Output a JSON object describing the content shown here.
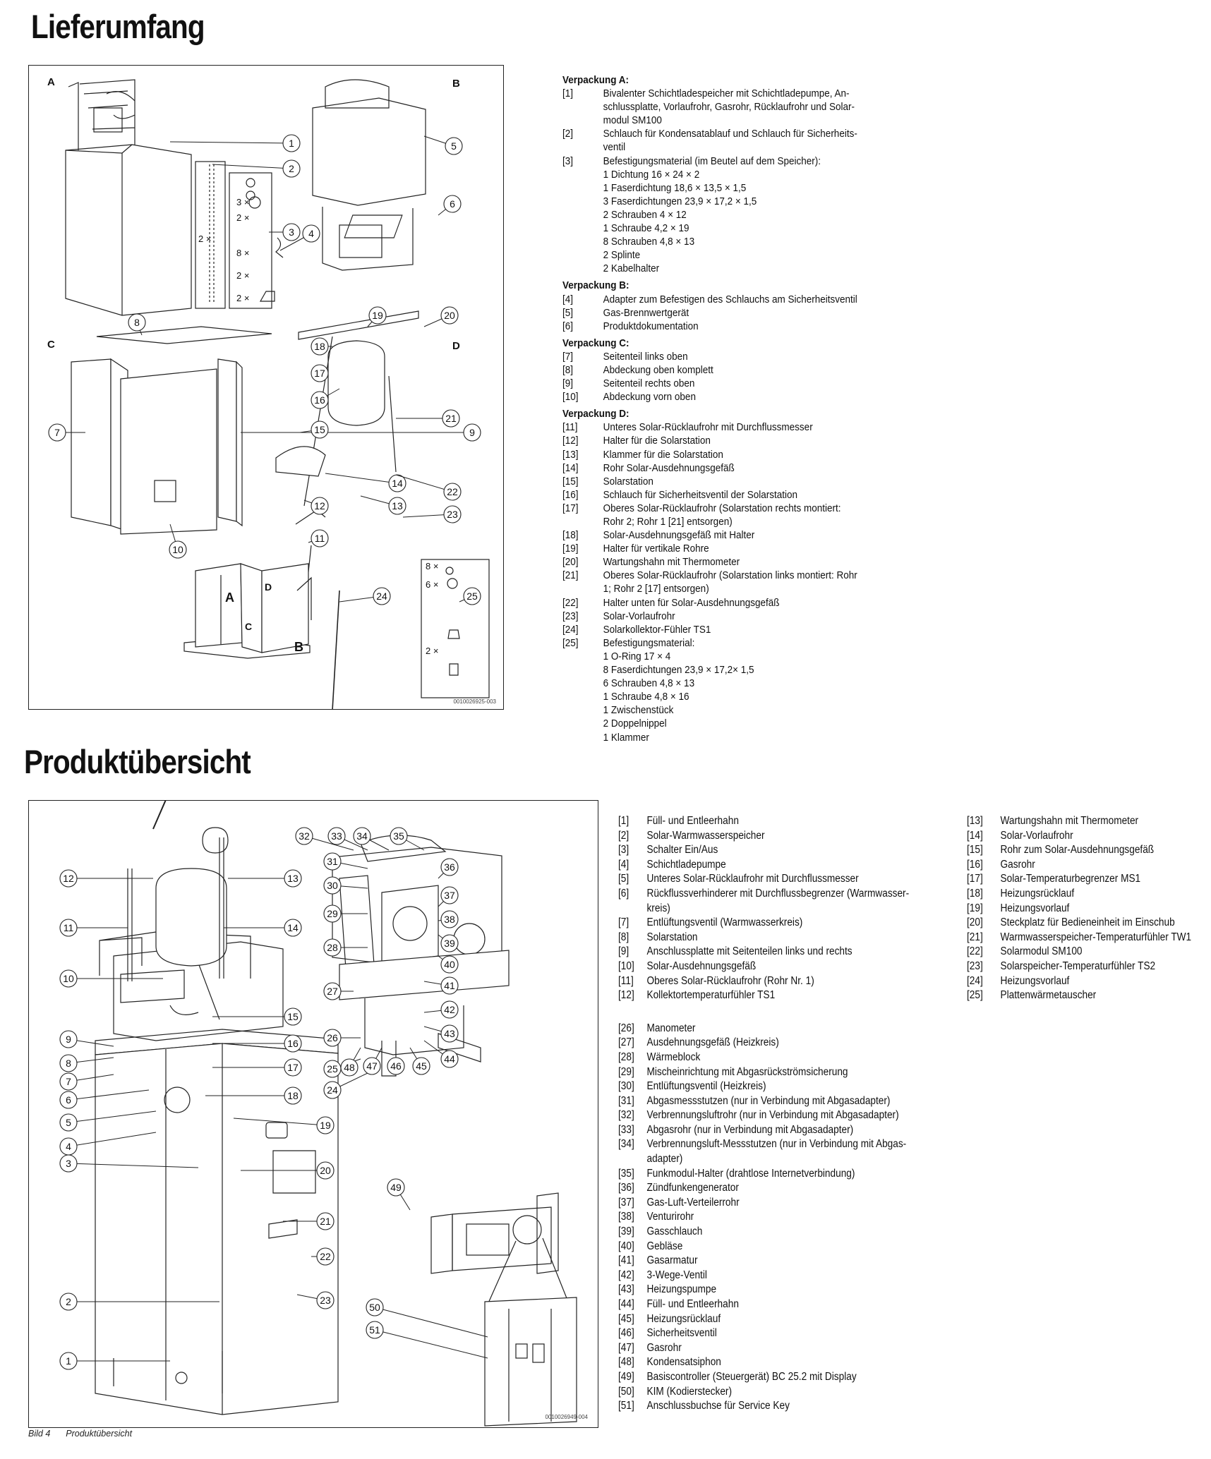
{
  "lieferumfang": {
    "title": "Lieferumfang",
    "figure_code": "0010026925-003",
    "sections": [
      {
        "heading": "Verpackung A:",
        "lines": [
          {
            "n": "[1]",
            "t": "Bivalenter Schichtladespeicher mit Schichtladepumpe, An-"
          },
          {
            "n": "",
            "t": "schlussplatte, Vorlaufrohr, Gasrohr, Rücklaufrohr und Solar-"
          },
          {
            "n": "",
            "t": "modul SM100"
          },
          {
            "n": "[2]",
            "t": "Schlauch für Kondensatablauf und Schlauch für Sicherheits-"
          },
          {
            "n": "",
            "t": "ventil"
          },
          {
            "n": "[3]",
            "t": "Befestigungsmaterial (im Beutel auf dem Speicher):"
          },
          {
            "n": "",
            "t": "1 Dichtung 16 × 24 × 2"
          },
          {
            "n": "",
            "t": "1 Faserdichtung 18,6 × 13,5 × 1,5"
          },
          {
            "n": "",
            "t": "3 Faserdichtungen 23,9 × 17,2 × 1,5"
          },
          {
            "n": "",
            "t": "2 Schrauben 4 × 12"
          },
          {
            "n": "",
            "t": "1 Schraube 4,2 × 19"
          },
          {
            "n": "",
            "t": "8 Schrauben 4,8 × 13"
          },
          {
            "n": "",
            "t": "2 Splinte"
          },
          {
            "n": "",
            "t": "2 Kabelhalter"
          }
        ]
      },
      {
        "heading": "Verpackung B:",
        "lines": [
          {
            "n": "[4]",
            "t": "Adapter zum Befestigen des Schlauchs am Sicherheitsventil"
          },
          {
            "n": "[5]",
            "t": "Gas-Brennwertgerät"
          },
          {
            "n": "[6]",
            "t": "Produktdokumentation"
          }
        ]
      },
      {
        "heading": "Verpackung C:",
        "lines": [
          {
            "n": "[7]",
            "t": "Seitenteil links oben"
          },
          {
            "n": "[8]",
            "t": "Abdeckung oben komplett"
          },
          {
            "n": "[9]",
            "t": "Seitenteil rechts oben"
          },
          {
            "n": "[10]",
            "t": "Abdeckung vorn oben"
          }
        ]
      },
      {
        "heading": "Verpackung D:",
        "lines": [
          {
            "n": "[11]",
            "t": "Unteres Solar-Rücklaufrohr mit Durchflussmesser"
          },
          {
            "n": "[12]",
            "t": "Halter für die Solarstation"
          },
          {
            "n": "[13]",
            "t": "Klammer für die Solarstation"
          },
          {
            "n": "[14]",
            "t": "Rohr Solar-Ausdehnungsgefäß"
          },
          {
            "n": "[15]",
            "t": "Solarstation"
          },
          {
            "n": "[16]",
            "t": "Schlauch für Sicherheitsventil der Solarstation"
          },
          {
            "n": "[17]",
            "t": "Oberes Solar-Rücklaufrohr (Solarstation rechts montiert:"
          },
          {
            "n": "",
            "t": "Rohr 2; Rohr 1 [21] entsorgen)"
          },
          {
            "n": "[18]",
            "t": "Solar-Ausdehnungsgefäß mit Halter"
          },
          {
            "n": "[19]",
            "t": "Halter für vertikale Rohre"
          },
          {
            "n": "[20]",
            "t": "Wartungshahn mit Thermometer"
          },
          {
            "n": "[21]",
            "t": "Oberes Solar-Rücklaufrohr (Solarstation links montiert: Rohr"
          },
          {
            "n": "",
            "t": "1; Rohr 2 [17] entsorgen)"
          },
          {
            "n": "[22]",
            "t": "Halter unten für Solar-Ausdehnungsgefäß"
          },
          {
            "n": "[23]",
            "t": "Solar-Vorlaufrohr"
          },
          {
            "n": "[24]",
            "t": "Solarkollektor-Fühler TS1"
          },
          {
            "n": "[25]",
            "t": "Befestigungsmaterial:"
          },
          {
            "n": "",
            "t": "1 O-Ring 17 × 4"
          },
          {
            "n": "",
            "t": "8 Faserdichtungen 23,9 × 17,2× 1,5"
          },
          {
            "n": "",
            "t": "6 Schrauben 4,8 × 13"
          },
          {
            "n": "",
            "t": "1 Schraube 4,8 × 16"
          },
          {
            "n": "",
            "t": "1 Zwischenstück"
          },
          {
            "n": "",
            "t": "2 Doppelnippel"
          },
          {
            "n": "",
            "t": "1 Klammer"
          }
        ]
      }
    ],
    "figure_labels": {
      "packages": [
        "A",
        "B",
        "C",
        "D"
      ],
      "qty": [
        "3 ×",
        "2 ×",
        "8 ×",
        "2 ×",
        "2 ×",
        "2 ×",
        "8 ×",
        "6 ×",
        "2 ×"
      ],
      "callouts": [
        "1",
        "2",
        "3",
        "4",
        "5",
        "6",
        "7",
        "8",
        "9",
        "10",
        "11",
        "12",
        "13",
        "14",
        "15",
        "16",
        "17",
        "18",
        "19",
        "20",
        "21",
        "22",
        "23",
        "24",
        "25"
      ],
      "box_letters": [
        "A",
        "C",
        "D",
        "B"
      ]
    }
  },
  "produktuebersicht": {
    "title": "Produktübersicht",
    "figure_code": "0010026949-004",
    "caption_num": "Bild 4",
    "caption_text": "Produktübersicht",
    "col1a": [
      {
        "n": "[1]",
        "t": "Füll- und Entleerhahn"
      },
      {
        "n": "[2]",
        "t": "Solar-Warmwasserspeicher"
      },
      {
        "n": "[3]",
        "t": "Schalter Ein/Aus"
      },
      {
        "n": "[4]",
        "t": "Schichtladepumpe"
      },
      {
        "n": "[5]",
        "t": "Unteres Solar-Rücklaufrohr mit Durchflussmesser"
      },
      {
        "n": "[6]",
        "t": "Rückflussverhinderer mit Durchflussbegrenzer (Warmwasser-"
      },
      {
        "n": "",
        "t": "kreis)"
      },
      {
        "n": "[7]",
        "t": "Entlüftungsventil (Warmwasserkreis)"
      },
      {
        "n": "[8]",
        "t": "Solarstation"
      },
      {
        "n": "[9]",
        "t": "Anschlussplatte mit Seitenteilen links und rechts"
      },
      {
        "n": "[10]",
        "t": "Solar-Ausdehnungsgefäß"
      },
      {
        "n": "[11]",
        "t": "Oberes Solar-Rücklaufrohr (Rohr Nr. 1)"
      },
      {
        "n": "[12]",
        "t": "Kollektortemperaturfühler TS1"
      }
    ],
    "col1b": [
      {
        "n": "[26]",
        "t": "Manometer"
      },
      {
        "n": "[27]",
        "t": "Ausdehnungsgefäß (Heizkreis)"
      },
      {
        "n": "[28]",
        "t": "Wärmeblock"
      },
      {
        "n": "[29]",
        "t": "Mischeinrichtung mit Abgasrückströmsicherung"
      },
      {
        "n": "[30]",
        "t": "Entlüftungsventil (Heizkreis)"
      },
      {
        "n": "[31]",
        "t": "Abgasmessstutzen (nur in Verbindung mit Abgasadapter)"
      },
      {
        "n": "[32]",
        "t": "Verbrennungsluftrohr (nur in Verbindung mit Abgasadapter)"
      },
      {
        "n": "[33]",
        "t": "Abgasrohr (nur in Verbindung mit Abgasadapter)"
      },
      {
        "n": "[34]",
        "t": "Verbrennungsluft-Messstutzen (nur in Verbindung mit Abgas-"
      },
      {
        "n": "",
        "t": "adapter)"
      },
      {
        "n": "[35]",
        "t": "Funkmodul-Halter (drahtlose Internetverbindung)"
      },
      {
        "n": "[36]",
        "t": "Zündfunkengenerator"
      },
      {
        "n": "[37]",
        "t": "Gas-Luft-Verteilerrohr"
      },
      {
        "n": "[38]",
        "t": "Venturirohr"
      },
      {
        "n": "[39]",
        "t": "Gasschlauch"
      },
      {
        "n": "[40]",
        "t": "Gebläse"
      },
      {
        "n": "[41]",
        "t": "Gasarmatur"
      },
      {
        "n": "[42]",
        "t": "3-Wege-Ventil"
      },
      {
        "n": "[43]",
        "t": "Heizungspumpe"
      },
      {
        "n": "[44]",
        "t": "Füll- und Entleerhahn"
      },
      {
        "n": "[45]",
        "t": "Heizungsrücklauf"
      },
      {
        "n": "[46]",
        "t": "Sicherheitsventil"
      },
      {
        "n": "[47]",
        "t": "Gasrohr"
      },
      {
        "n": "[48]",
        "t": "Kondensatsiphon"
      },
      {
        "n": "[49]",
        "t": "Basiscontroller (Steuergerät) BC 25.2 mit Display"
      },
      {
        "n": "[50]",
        "t": "KIM (Kodierstecker)"
      },
      {
        "n": "[51]",
        "t": "Anschlussbuchse für Service Key"
      }
    ],
    "col2": [
      {
        "n": "[13]",
        "t": "Wartungshahn mit Thermometer"
      },
      {
        "n": "[14]",
        "t": "Solar-Vorlaufrohr"
      },
      {
        "n": "[15]",
        "t": "Rohr zum Solar-Ausdehnungsgefäß"
      },
      {
        "n": "[16]",
        "t": "Gasrohr"
      },
      {
        "n": "[17]",
        "t": "Solar-Temperaturbegrenzer MS1"
      },
      {
        "n": "[18]",
        "t": "Heizungsrücklauf"
      },
      {
        "n": "[19]",
        "t": "Heizungsvorlauf"
      },
      {
        "n": "[20]",
        "t": "Steckplatz für Bedieneinheit im Einschub"
      },
      {
        "n": "[21]",
        "t": "Warmwasserspeicher-Temperaturfühler TW1"
      },
      {
        "n": "[22]",
        "t": "Solarmodul SM100"
      },
      {
        "n": "[23]",
        "t": "Solarspeicher-Temperaturfühler TS2"
      },
      {
        "n": "[24]",
        "t": "Heizungsvorlauf"
      },
      {
        "n": "[25]",
        "t": "Plattenwärmetauscher"
      }
    ],
    "figure_labels": {
      "callouts": [
        "1",
        "2",
        "3",
        "4",
        "5",
        "6",
        "7",
        "8",
        "9",
        "10",
        "11",
        "12",
        "13",
        "14",
        "15",
        "16",
        "17",
        "18",
        "19",
        "20",
        "21",
        "22",
        "23",
        "24",
        "25",
        "26",
        "27",
        "28",
        "29",
        "30",
        "31",
        "32",
        "33",
        "34",
        "35",
        "36",
        "37",
        "38",
        "39",
        "40",
        "41",
        "42",
        "43",
        "44",
        "45",
        "46",
        "47",
        "48",
        "49",
        "50",
        "51"
      ]
    }
  }
}
